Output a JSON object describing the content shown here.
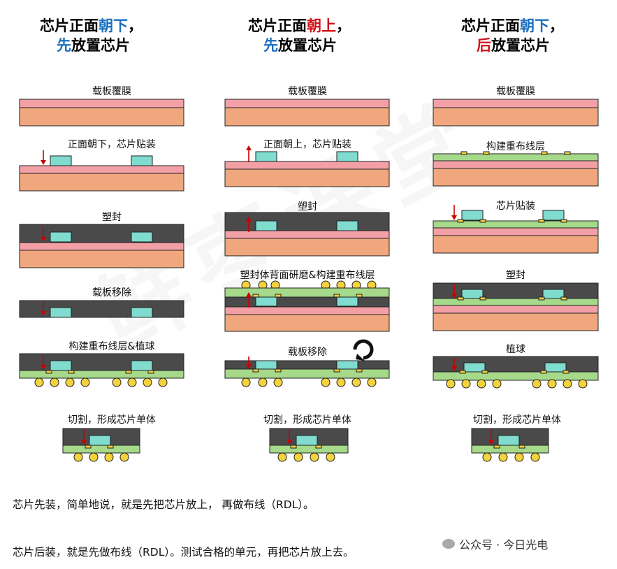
{
  "columns": [
    {
      "title_line1_a": "芯片正面",
      "title_line1_b": "朝下",
      "title_line1_c": "，",
      "title_line2_a": "先",
      "title_line2_b": "放置芯片",
      "steps": [
        "载板覆膜",
        "正面朝下，芯片贴装",
        "塑封",
        "载板移除",
        "构建重布线层&植球",
        "切割，形成芯片单体"
      ]
    },
    {
      "title_line1_a": "芯片正面",
      "title_line1_b": "朝上",
      "title_line1_c": "，",
      "title_line2_a": "先",
      "title_line2_b": "放置芯片",
      "steps": [
        "载板覆膜",
        "正面朝上，芯片贴装",
        "塑封",
        "塑封体背面研磨&构建重布线层",
        "载板移除",
        "切割，形成芯片单体"
      ]
    },
    {
      "title_line1_a": "芯片正面",
      "title_line1_b": "朝下",
      "title_line1_c": "，",
      "title_line2_a": "后",
      "title_line2_b": "放置芯片",
      "steps": [
        "载板覆膜",
        "构建重布线层",
        "芯片贴装",
        "塑封",
        "植球",
        "切割，形成芯片单体"
      ]
    }
  ],
  "colors": {
    "carrier": "#f0a77d",
    "film": "#f2a0a6",
    "mold": "#4a4a4a",
    "chip": "#7fdccf",
    "rdl": "#a6d98a",
    "pad": "#f3cf3d",
    "ball": "#f3d23c",
    "arrow": "#cc0000",
    "accent_blue": "#1a6fc1",
    "accent_red": "#d0121b"
  },
  "paragraphs": {
    "p1": "芯片先装，简单地说，就是先把芯片放上， 再做布线（RDL）。",
    "p2": "芯片后装，就是先做布线（RDL）。测试合格的单元，再把芯片放上去。"
  },
  "brand": {
    "text": "公众号 · 今日光电",
    "icon": "wechat-icon"
  }
}
